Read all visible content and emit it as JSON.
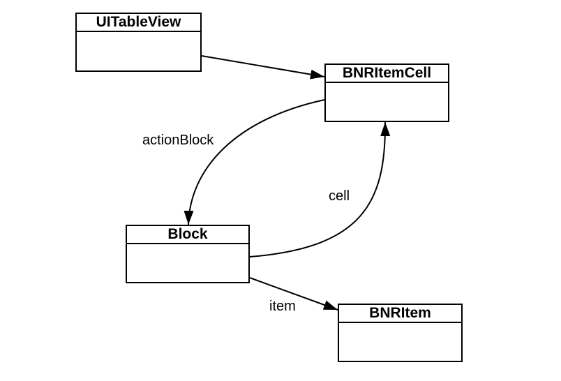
{
  "boxes": {
    "uitableview": "UITableView",
    "bnritemcell": "BNRItemCell",
    "block": "Block",
    "bnritem": "BNRItem"
  },
  "edges": {
    "action_block": "actionBlock",
    "cell": "cell",
    "item": "item"
  }
}
